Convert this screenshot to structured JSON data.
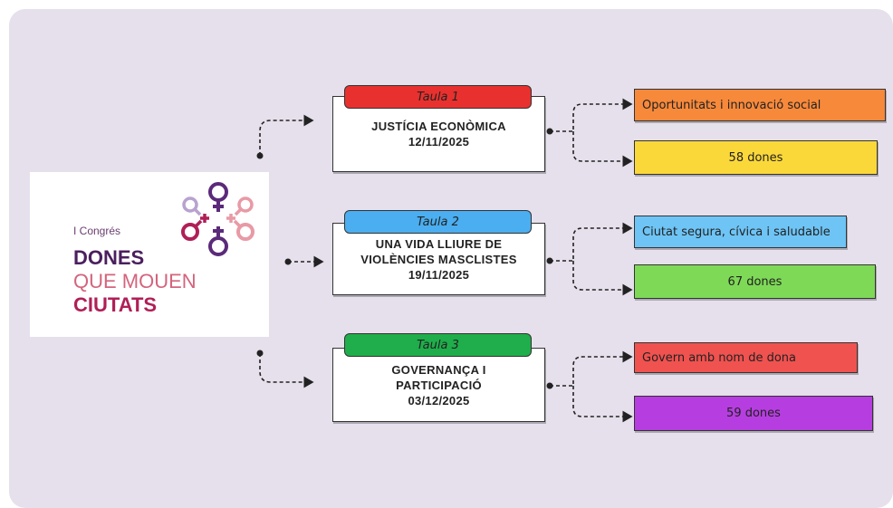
{
  "logo": {
    "line1": "I Congrés",
    "line2": "DONES",
    "line3": "QUE MOUEN",
    "line4": "CIUTATS"
  },
  "colors": {
    "background": "#e6e0ec",
    "purple": "#5b2a7a",
    "pink": "#e89aa6",
    "lavender": "#b9a2cf",
    "crimson": "#b01f57"
  },
  "tables": [
    {
      "tab": "Taula 1",
      "tab_color": "#e8312e",
      "title_lines": [
        "JUSTÍCIA ECONÒMICA",
        "12/11/2025"
      ],
      "topic": "Oportunitats i innovació social",
      "topic_color": "#f7893b",
      "count": "58 dones",
      "count_color": "#fbd83a"
    },
    {
      "tab": "Taula 2",
      "tab_color": "#4aaef0",
      "title_lines": [
        "UNA VIDA LLIURE DE",
        "VIOLÈNCIES MASCLISTES",
        "19/11/2025"
      ],
      "topic": "Ciutat segura, cívica i saludable",
      "topic_color": "#6ec4f5",
      "count": "67 dones",
      "count_color": "#7ed957"
    },
    {
      "tab": "Taula 3",
      "tab_color": "#1fae4b",
      "title_lines": [
        "GOVERNANÇA I",
        "PARTICIPACIÓ",
        "03/12/2025"
      ],
      "topic": "Govern amb nom de dona",
      "topic_color": "#f0524f",
      "count": "59 dones",
      "count_color": "#b63ee0"
    }
  ]
}
